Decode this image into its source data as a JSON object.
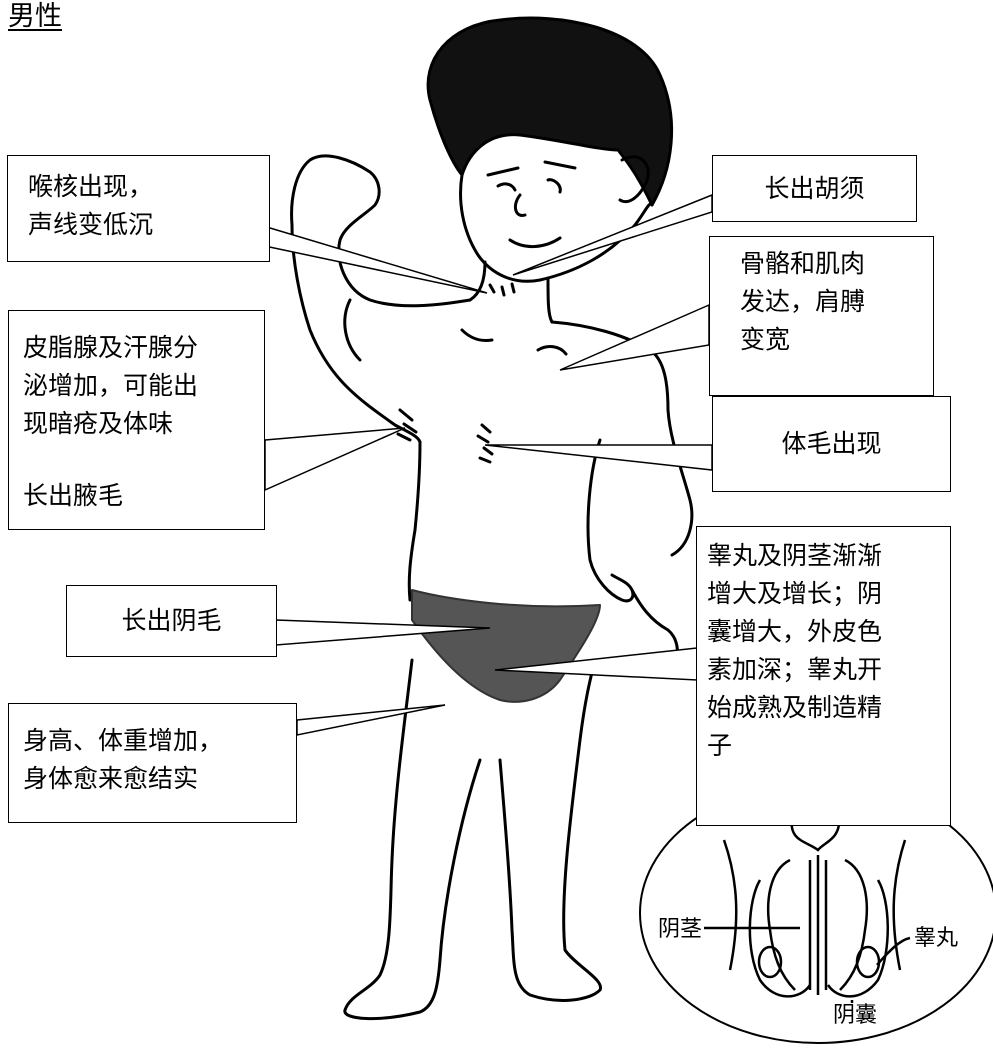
{
  "title": "男性",
  "callouts": {
    "voice": "喉核出现，\n声线变低沉",
    "beard": "长出胡须",
    "muscle": "骨骼和肌肉\n发达，肩膊\n变宽",
    "sweat_1": "皮脂腺及汗腺分\n泌增加，可能出\n现暗疮及体味",
    "sweat_2": "长出腋毛",
    "body_hair": "体毛出现",
    "testes": "睾丸及阴茎渐渐\n增大及增长；阴\n囊增大，外皮色\n素加深；睾丸开\n始成熟及制造精\n子",
    "pubic_hair": "长出阴毛",
    "growth": "身高、体重增加，\n身体愈来愈结实"
  },
  "inset_labels": {
    "penis": "阴茎",
    "testis": "睾丸",
    "scrotum": "阴囊"
  },
  "colors": {
    "line": "#000000",
    "underwear": "#555555",
    "background": "#ffffff"
  }
}
